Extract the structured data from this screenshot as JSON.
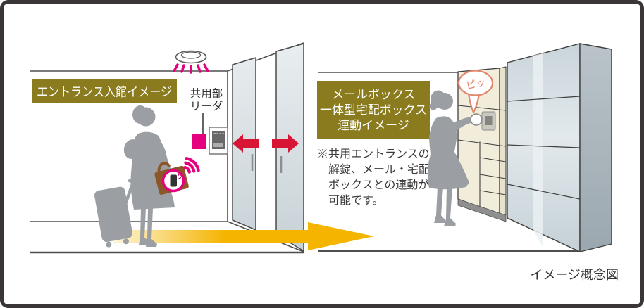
{
  "frame": {
    "caption": "イメージ概念図"
  },
  "left_scene": {
    "title": "エントランス入館イメージ",
    "reader_label": {
      "line1": "共用部",
      "line2": "リーダ"
    }
  },
  "right_scene": {
    "title": {
      "line1": "メールボックス",
      "line2": "一体型宅配ボックス",
      "line3": "連動イメージ"
    },
    "note": {
      "line1": "※共用エントランスの",
      "line2": "解錠、メール・宅配",
      "line3": "ボックスとの連動が",
      "line4": "可能です。"
    },
    "beep": "ピッ"
  },
  "colors": {
    "label_bg": "#8a7c1e",
    "accent_magenta": "#e4007f",
    "arrow_red": "#d81535",
    "arrow_yellow": "#f5b400",
    "bubble_salmon": "#e2876b",
    "silhouette": "#9b9fa3",
    "bag_brown": "#8d5626"
  }
}
